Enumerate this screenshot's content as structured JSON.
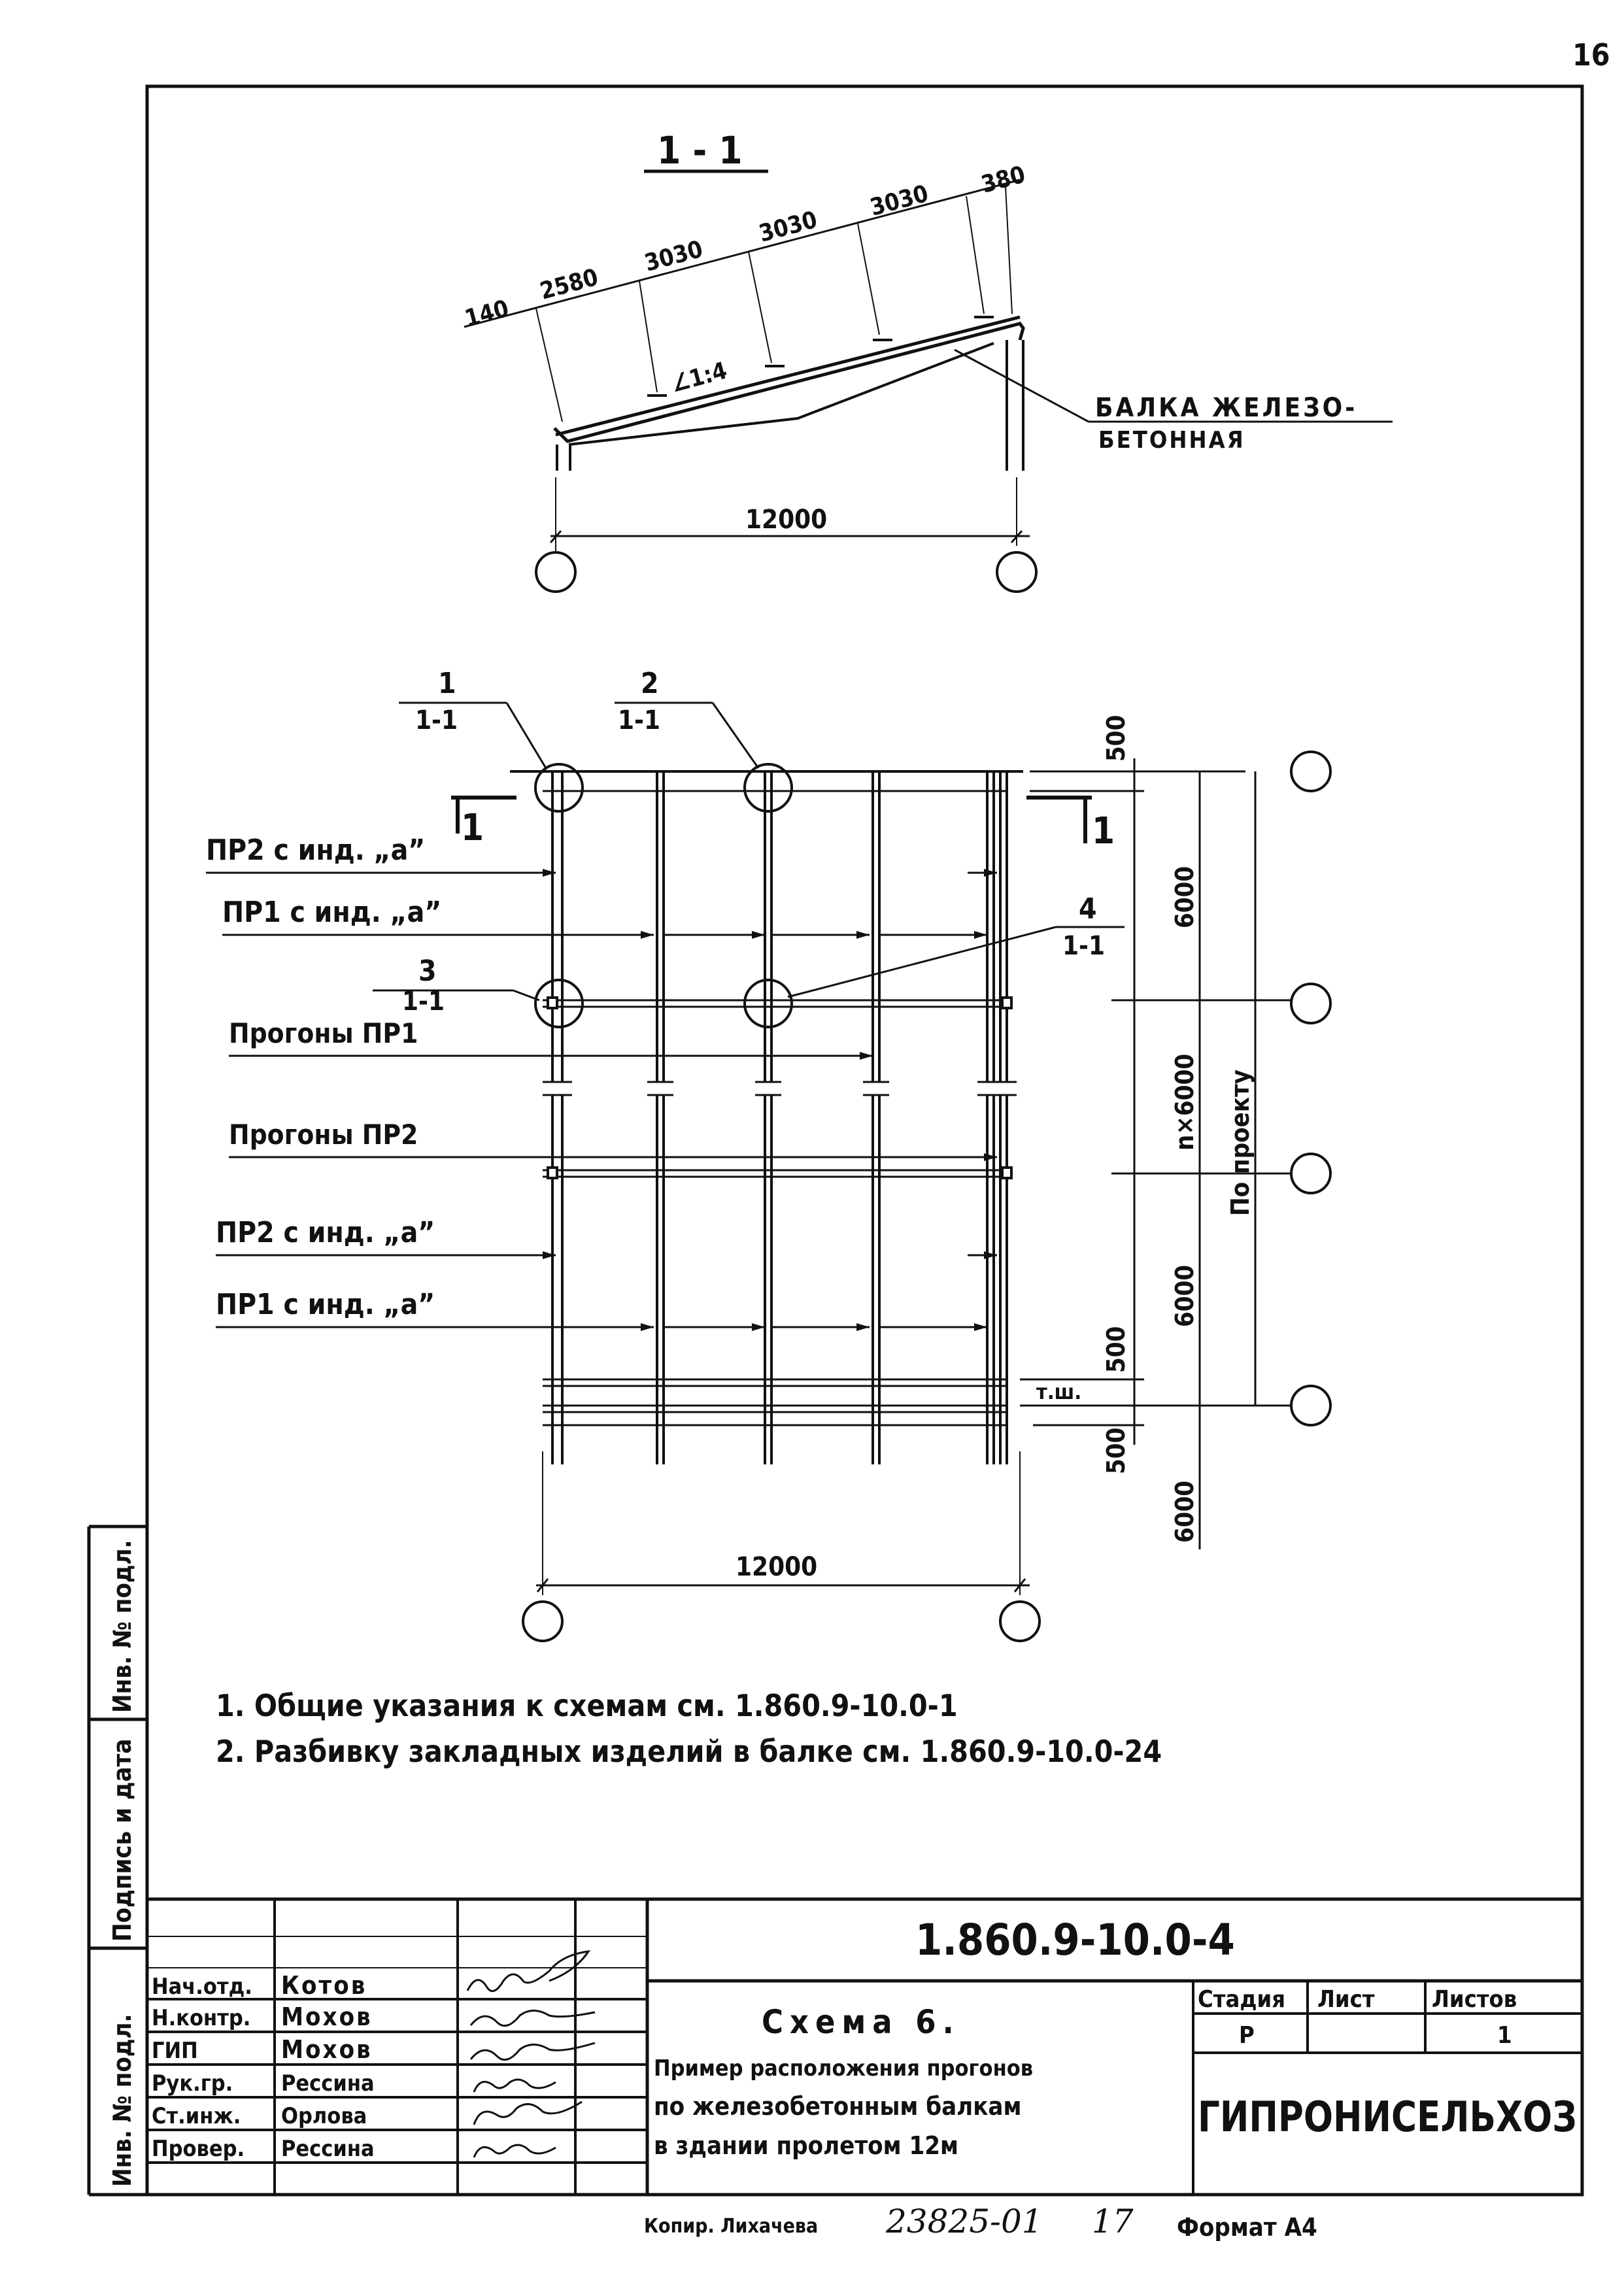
{
  "page_number": "16",
  "section": {
    "title": "1 - 1",
    "dims_top": [
      "140",
      "2580",
      "3030",
      "3030",
      "3030",
      "380"
    ],
    "slope": "∠1:4",
    "beam_label_1": "БАЛКА ЖЕЛЕЗО-",
    "beam_label_2": "БЕТОННАЯ",
    "span": "12000"
  },
  "plan": {
    "callouts": [
      {
        "num": "1",
        "ref": "1-1"
      },
      {
        "num": "2",
        "ref": "1-1"
      },
      {
        "num": "3",
        "ref": "1-1"
      },
      {
        "num": "4",
        "ref": "1-1"
      }
    ],
    "cut_mark": "1",
    "labels": {
      "pr2_a_top": "ПР2 с инд. „а”",
      "pr1_a_top": "ПР1 с инд. „а”",
      "purlins_pr1": "Прогоны ПР1",
      "purlins_pr2": "Прогоны ПР2",
      "pr2_a_bottom": "ПР2 с инд. „а”",
      "pr1_a_bottom": "ПР1 с инд. „а”"
    },
    "dims_right": {
      "d500_top": "500",
      "d6000_a": "6000",
      "n6000": "n×6000",
      "by_project": "По проекту",
      "d6000_b": "6000",
      "d500_mid": "500",
      "d500_low": "500",
      "d6000_c": "6000"
    },
    "tsh": "т.ш.",
    "span": "12000"
  },
  "notes": [
    "1. Общие указания к схемам см. 1.860.9-10.0-1",
    "2. Разбивку закладных изделий в балке см. 1.860.9-10.0-24"
  ],
  "side_stamp": {
    "inv_podl": "Инв. № подл.",
    "podpis_data": "Подпись и дата",
    "inv_no": "Инв. № подл."
  },
  "title_block": {
    "doc_code": "1.860.9-10.0-4",
    "roles": [
      "Нач.отд.",
      "Н.контр.",
      "ГИП",
      "Рук.гр.",
      "Ст.инж.",
      "Провер."
    ],
    "names": [
      "Котов",
      "Мохов",
      "Мохов",
      "Рессина",
      "Орлова",
      "Рессина"
    ],
    "scheme_title": "Схема 6.",
    "scheme_desc_1": "Пример расположения прогонов",
    "scheme_desc_2": "по железобетонным балкам",
    "scheme_desc_3": "в здании пролетом 12м",
    "stage_h": "Стадия",
    "sheet_h": "Лист",
    "sheets_h": "Листов",
    "stage_v": "Р",
    "sheet_v": "",
    "sheets_v": "1",
    "org": "ГИПРОНИСЕЛЬХОЗ"
  },
  "footer": {
    "copied": "Копир. Лихачева",
    "number": "23825-01",
    "sheet_no": "17",
    "format": "Формат А4"
  }
}
